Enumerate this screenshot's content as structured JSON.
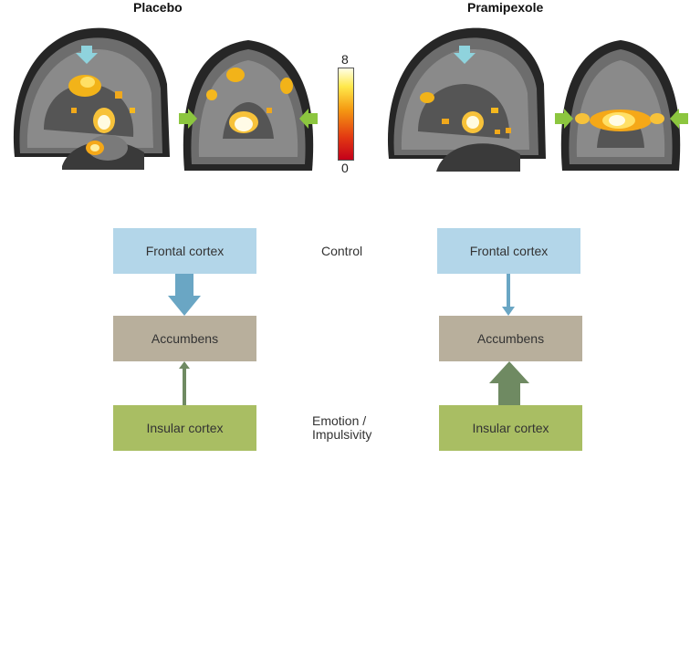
{
  "panels": {
    "left_title": "Placebo",
    "right_title": "Pramipexole"
  },
  "colorbar": {
    "max_label": "8",
    "min_label": "0",
    "colors": [
      "#c4001a",
      "#f59a12",
      "#ffe84a",
      "#ffffe6"
    ]
  },
  "markers": {
    "top_arrow_color": "#8fd3dd",
    "side_arrow_color": "#8cc63f"
  },
  "diagram": {
    "left": {
      "frontal": "Frontal cortex",
      "accumbens": "Accumbens",
      "insular": "Insular cortex",
      "frontal_to_accumbens": "thick",
      "insular_to_accumbens": "thin"
    },
    "right": {
      "frontal": "Frontal cortex",
      "accumbens": "Accumbens",
      "insular": "Insular cortex",
      "frontal_to_accumbens": "thin",
      "insular_to_accumbens": "thick"
    },
    "labels": {
      "control": "Control",
      "emotion_line1": "Emotion /",
      "emotion_line2": "Impulsivity"
    },
    "colors": {
      "frontal": "#b3d6e9",
      "accumbens": "#b8af9c",
      "insular": "#a9be63",
      "blue_arrow": "#6aa6c4",
      "green_arrow": "#6f8a62"
    }
  }
}
